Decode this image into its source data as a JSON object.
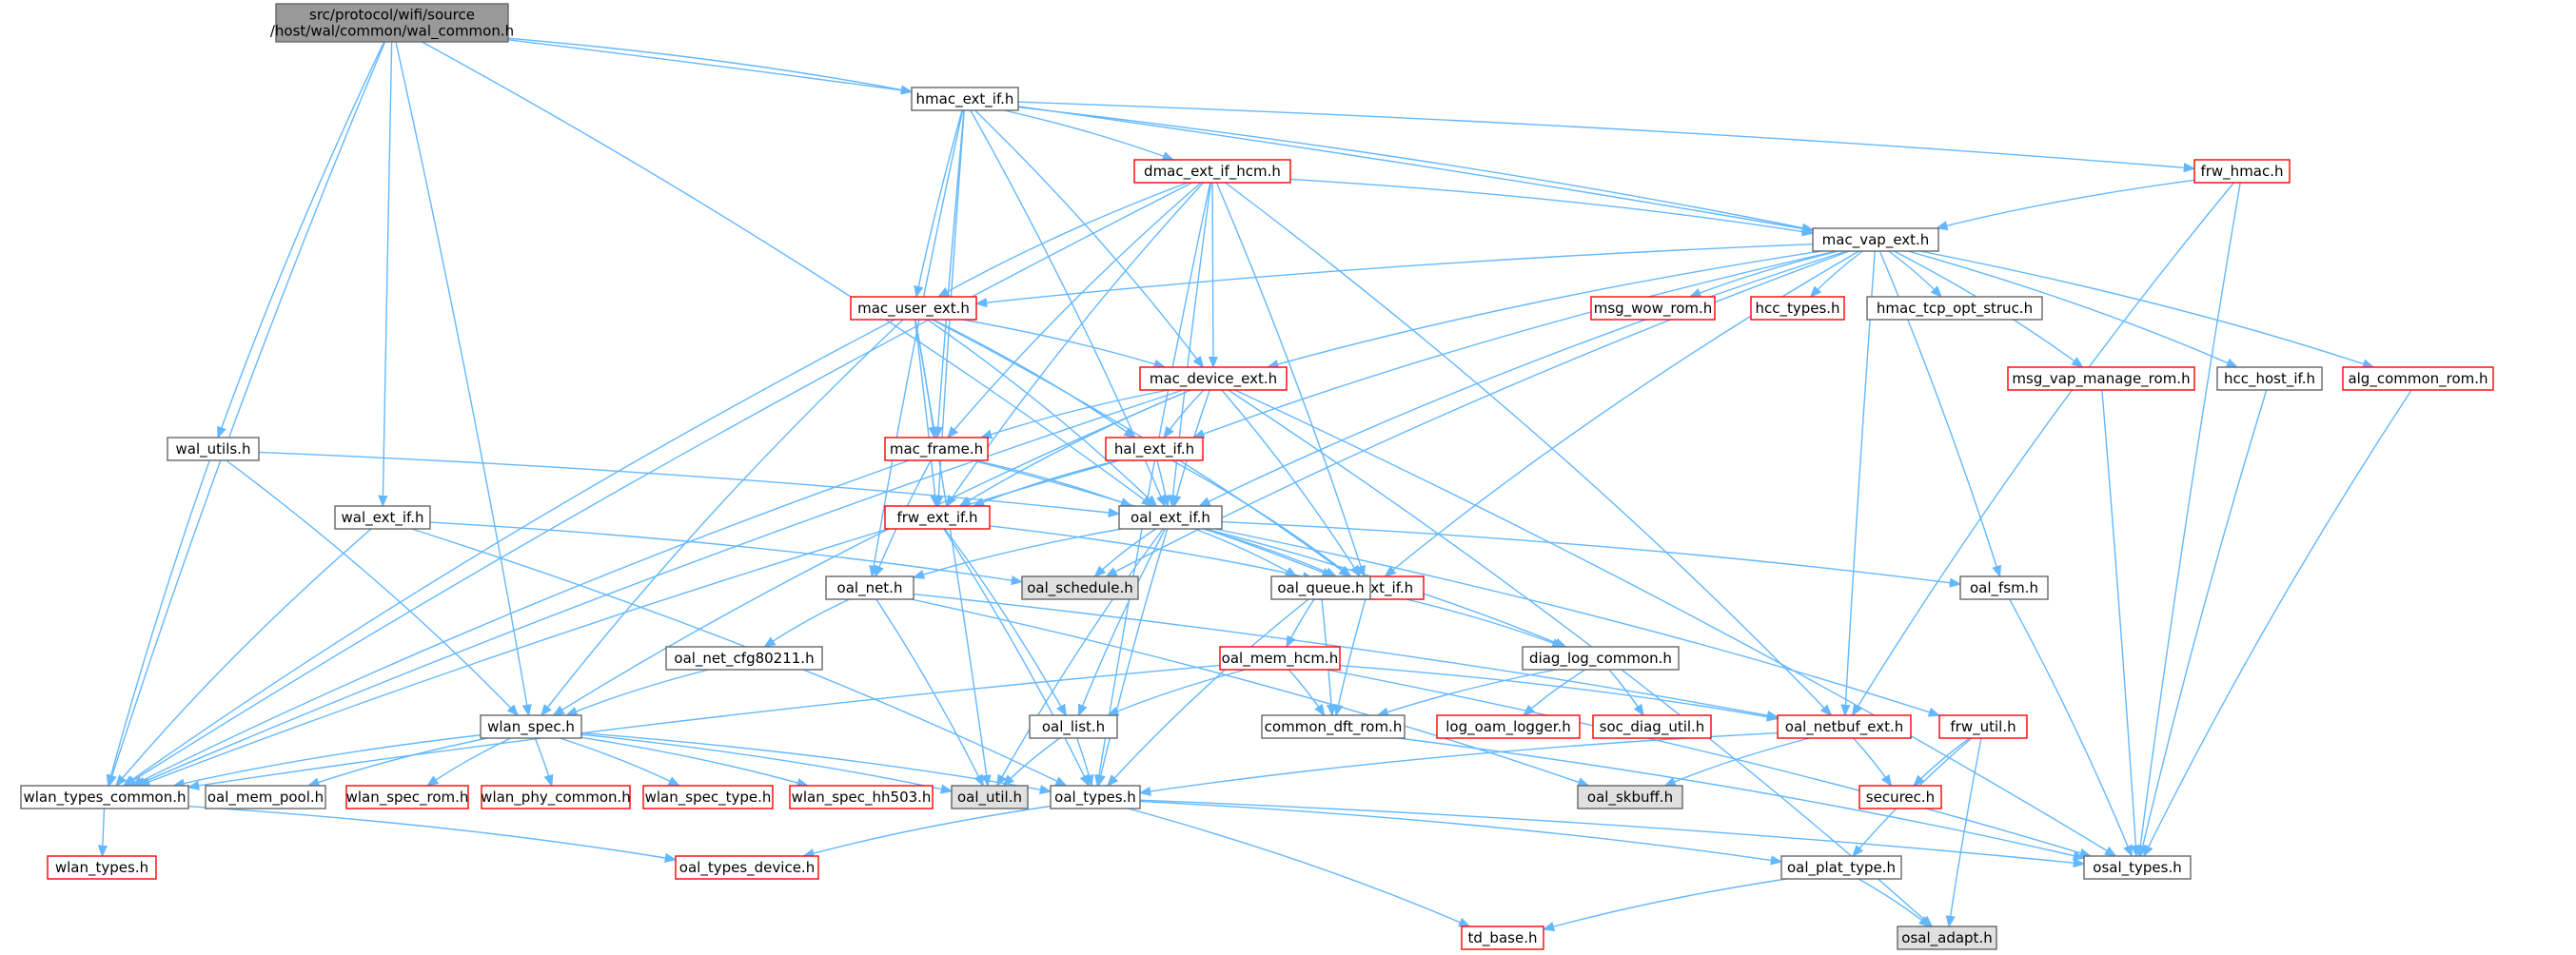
{
  "graph": {
    "colors": {
      "edge": "#63b8ff",
      "normal_border": "#666666",
      "red_border": "#ff0000",
      "gray_fill": "#e0e0e0",
      "root_fill": "#999999"
    },
    "nodes": [
      {
        "id": "root",
        "lines": [
          "src/protocol/wifi/source",
          "/host/wal/common/wal_common.h"
        ],
        "kind": "root"
      },
      {
        "id": "hmac_ext_if",
        "lines": [
          "hmac_ext_if.h"
        ],
        "kind": "normal"
      },
      {
        "id": "dmac_ext_if_hcm",
        "lines": [
          "dmac_ext_if_hcm.h"
        ],
        "kind": "red"
      },
      {
        "id": "frw_hmac",
        "lines": [
          "frw_hmac.h"
        ],
        "kind": "red"
      },
      {
        "id": "mac_vap_ext",
        "lines": [
          "mac_vap_ext.h"
        ],
        "kind": "normal"
      },
      {
        "id": "mac_user_ext",
        "lines": [
          "mac_user_ext.h"
        ],
        "kind": "red"
      },
      {
        "id": "msg_wow_rom",
        "lines": [
          "msg_wow_rom.h"
        ],
        "kind": "red"
      },
      {
        "id": "hcc_types",
        "lines": [
          "hcc_types.h"
        ],
        "kind": "red"
      },
      {
        "id": "hmac_tcp_opt_struc",
        "lines": [
          "hmac_tcp_opt_struc.h"
        ],
        "kind": "normal"
      },
      {
        "id": "mac_device_ext",
        "lines": [
          "mac_device_ext.h"
        ],
        "kind": "red"
      },
      {
        "id": "msg_vap_manage_rom",
        "lines": [
          "msg_vap_manage_rom.h"
        ],
        "kind": "red"
      },
      {
        "id": "hcc_host_if",
        "lines": [
          "hcc_host_if.h"
        ],
        "kind": "normal"
      },
      {
        "id": "alg_common_rom",
        "lines": [
          "alg_common_rom.h"
        ],
        "kind": "red"
      },
      {
        "id": "wal_utils",
        "lines": [
          "wal_utils.h"
        ],
        "kind": "normal"
      },
      {
        "id": "mac_frame",
        "lines": [
          "mac_frame.h"
        ],
        "kind": "red"
      },
      {
        "id": "hal_ext_if",
        "lines": [
          "hal_ext_if.h"
        ],
        "kind": "red"
      },
      {
        "id": "wal_ext_if",
        "lines": [
          "wal_ext_if.h"
        ],
        "kind": "normal"
      },
      {
        "id": "frw_ext_if",
        "lines": [
          "frw_ext_if.h"
        ],
        "kind": "red"
      },
      {
        "id": "oal_ext_if",
        "lines": [
          "oal_ext_if.h"
        ],
        "kind": "normal"
      },
      {
        "id": "oal_schedule",
        "lines": [
          "oal_schedule.h"
        ],
        "kind": "gray"
      },
      {
        "id": "oam_ext_if",
        "lines": [
          "oam_ext_if.h"
        ],
        "kind": "red"
      },
      {
        "id": "oal_fsm",
        "lines": [
          "oal_fsm.h"
        ],
        "kind": "normal"
      },
      {
        "id": "oal_net",
        "lines": [
          "oal_net.h"
        ],
        "kind": "normal"
      },
      {
        "id": "oal_queue",
        "lines": [
          "oal_queue.h"
        ],
        "kind": "normal"
      },
      {
        "id": "oal_net_cfg80211",
        "lines": [
          "oal_net_cfg80211.h"
        ],
        "kind": "normal"
      },
      {
        "id": "oal_mem_hcm",
        "lines": [
          "oal_mem_hcm.h"
        ],
        "kind": "red"
      },
      {
        "id": "diag_log_common",
        "lines": [
          "diag_log_common.h"
        ],
        "kind": "normal"
      },
      {
        "id": "wlan_spec",
        "lines": [
          "wlan_spec.h"
        ],
        "kind": "normal"
      },
      {
        "id": "oal_list",
        "lines": [
          "oal_list.h"
        ],
        "kind": "normal"
      },
      {
        "id": "common_dft_rom",
        "lines": [
          "common_dft_rom.h"
        ],
        "kind": "normal"
      },
      {
        "id": "log_oam_logger",
        "lines": [
          "log_oam_logger.h"
        ],
        "kind": "red"
      },
      {
        "id": "soc_diag_util",
        "lines": [
          "soc_diag_util.h"
        ],
        "kind": "red"
      },
      {
        "id": "oal_netbuf_ext",
        "lines": [
          "oal_netbuf_ext.h"
        ],
        "kind": "red"
      },
      {
        "id": "frw_util",
        "lines": [
          "frw_util.h"
        ],
        "kind": "red"
      },
      {
        "id": "wlan_types_common",
        "lines": [
          "wlan_types_common.h"
        ],
        "kind": "normal"
      },
      {
        "id": "oal_mem_pool",
        "lines": [
          "oal_mem_pool.h"
        ],
        "kind": "normal"
      },
      {
        "id": "wlan_spec_rom",
        "lines": [
          "wlan_spec_rom.h"
        ],
        "kind": "red"
      },
      {
        "id": "wlan_phy_common",
        "lines": [
          "wlan_phy_common.h"
        ],
        "kind": "red"
      },
      {
        "id": "wlan_spec_type",
        "lines": [
          "wlan_spec_type.h"
        ],
        "kind": "red"
      },
      {
        "id": "wlan_spec_hh503",
        "lines": [
          "wlan_spec_hh503.h"
        ],
        "kind": "red"
      },
      {
        "id": "oal_util",
        "lines": [
          "oal_util.h"
        ],
        "kind": "gray"
      },
      {
        "id": "oal_types",
        "lines": [
          "oal_types.h"
        ],
        "kind": "normal"
      },
      {
        "id": "oal_skbuff",
        "lines": [
          "oal_skbuff.h"
        ],
        "kind": "gray"
      },
      {
        "id": "securec",
        "lines": [
          "securec.h"
        ],
        "kind": "red"
      },
      {
        "id": "wlan_types",
        "lines": [
          "wlan_types.h"
        ],
        "kind": "red"
      },
      {
        "id": "oal_types_device",
        "lines": [
          "oal_types_device.h"
        ],
        "kind": "red"
      },
      {
        "id": "osal_types",
        "lines": [
          "osal_types.h"
        ],
        "kind": "normal"
      },
      {
        "id": "oal_plat_type",
        "lines": [
          "oal_plat_type.h"
        ],
        "kind": "normal"
      },
      {
        "id": "td_base",
        "lines": [
          "td_base.h"
        ],
        "kind": "red"
      },
      {
        "id": "osal_adapt",
        "lines": [
          "osal_adapt.h"
        ],
        "kind": "gray"
      }
    ],
    "edges": [
      [
        "root",
        "hmac_ext_if"
      ],
      [
        "root",
        "mac_vap_ext"
      ],
      [
        "root",
        "oal_ext_if"
      ],
      [
        "root",
        "wal_utils"
      ],
      [
        "root",
        "wal_ext_if"
      ],
      [
        "root",
        "wlan_spec"
      ],
      [
        "root",
        "wlan_types_common"
      ],
      [
        "hmac_ext_if",
        "dmac_ext_if_hcm"
      ],
      [
        "hmac_ext_if",
        "frw_hmac"
      ],
      [
        "hmac_ext_if",
        "mac_vap_ext"
      ],
      [
        "hmac_ext_if",
        "mac_user_ext"
      ],
      [
        "hmac_ext_if",
        "mac_device_ext"
      ],
      [
        "hmac_ext_if",
        "mac_frame"
      ],
      [
        "hmac_ext_if",
        "frw_ext_if"
      ],
      [
        "hmac_ext_if",
        "oal_ext_if"
      ],
      [
        "hmac_ext_if",
        "oal_net"
      ],
      [
        "dmac_ext_if_hcm",
        "mac_vap_ext"
      ],
      [
        "dmac_ext_if_hcm",
        "mac_user_ext"
      ],
      [
        "dmac_ext_if_hcm",
        "mac_device_ext"
      ],
      [
        "dmac_ext_if_hcm",
        "mac_frame"
      ],
      [
        "dmac_ext_if_hcm",
        "oal_ext_if"
      ],
      [
        "dmac_ext_if_hcm",
        "frw_ext_if"
      ],
      [
        "dmac_ext_if_hcm",
        "oam_ext_if"
      ],
      [
        "dmac_ext_if_hcm",
        "oal_netbuf_ext"
      ],
      [
        "dmac_ext_if_hcm",
        "oal_types"
      ],
      [
        "dmac_ext_if_hcm",
        "wlan_types_common"
      ],
      [
        "frw_hmac",
        "mac_vap_ext"
      ],
      [
        "frw_hmac",
        "oal_netbuf_ext"
      ],
      [
        "frw_hmac",
        "osal_types"
      ],
      [
        "mac_vap_ext",
        "mac_user_ext"
      ],
      [
        "mac_vap_ext",
        "msg_wow_rom"
      ],
      [
        "mac_vap_ext",
        "hcc_types"
      ],
      [
        "mac_vap_ext",
        "hmac_tcp_opt_struc"
      ],
      [
        "mac_vap_ext",
        "mac_device_ext"
      ],
      [
        "mac_vap_ext",
        "msg_vap_manage_rom"
      ],
      [
        "mac_vap_ext",
        "hcc_host_if"
      ],
      [
        "mac_vap_ext",
        "alg_common_rom"
      ],
      [
        "mac_vap_ext",
        "hal_ext_if"
      ],
      [
        "mac_vap_ext",
        "oal_ext_if"
      ],
      [
        "mac_vap_ext",
        "oam_ext_if"
      ],
      [
        "mac_vap_ext",
        "oal_fsm"
      ],
      [
        "mac_vap_ext",
        "oal_schedule"
      ],
      [
        "mac_vap_ext",
        "oal_netbuf_ext"
      ],
      [
        "mac_user_ext",
        "mac_device_ext"
      ],
      [
        "mac_user_ext",
        "mac_frame"
      ],
      [
        "mac_user_ext",
        "hal_ext_if"
      ],
      [
        "mac_user_ext",
        "oal_ext_if"
      ],
      [
        "mac_user_ext",
        "frw_ext_if"
      ],
      [
        "mac_user_ext",
        "oam_ext_if"
      ],
      [
        "mac_user_ext",
        "wlan_spec"
      ],
      [
        "mac_user_ext",
        "wlan_types_common"
      ],
      [
        "mac_user_ext",
        "oal_util"
      ],
      [
        "mac_device_ext",
        "mac_frame"
      ],
      [
        "mac_device_ext",
        "hal_ext_if"
      ],
      [
        "mac_device_ext",
        "oal_ext_if"
      ],
      [
        "mac_device_ext",
        "frw_ext_if"
      ],
      [
        "mac_device_ext",
        "oam_ext_if"
      ],
      [
        "mac_device_ext",
        "wlan_spec"
      ],
      [
        "mac_device_ext",
        "wlan_types_common"
      ],
      [
        "mac_device_ext",
        "osal_types"
      ],
      [
        "mac_device_ext",
        "osal_adapt"
      ],
      [
        "msg_vap_manage_rom",
        "osal_types"
      ],
      [
        "hcc_host_if",
        "osal_types"
      ],
      [
        "alg_common_rom",
        "osal_types"
      ],
      [
        "wal_utils",
        "oal_ext_if"
      ],
      [
        "wal_utils",
        "wlan_spec"
      ],
      [
        "wal_utils",
        "wlan_types_common"
      ],
      [
        "mac_frame",
        "oal_ext_if"
      ],
      [
        "mac_frame",
        "oal_net"
      ],
      [
        "mac_frame",
        "wlan_types_common"
      ],
      [
        "mac_frame",
        "oam_ext_if"
      ],
      [
        "hal_ext_if",
        "oal_ext_if"
      ],
      [
        "hal_ext_if",
        "frw_ext_if"
      ],
      [
        "hal_ext_if",
        "oam_ext_if"
      ],
      [
        "hal_ext_if",
        "wlan_types_common"
      ],
      [
        "wal_ext_if",
        "oal_schedule"
      ],
      [
        "wal_ext_if",
        "wlan_types_common"
      ],
      [
        "wal_ext_if",
        "oal_types"
      ],
      [
        "frw_ext_if",
        "oam_ext_if"
      ],
      [
        "frw_ext_if",
        "oal_list"
      ],
      [
        "frw_ext_if",
        "oal_types"
      ],
      [
        "oal_ext_if",
        "oal_schedule"
      ],
      [
        "oal_ext_if",
        "oam_ext_if"
      ],
      [
        "oal_ext_if",
        "oal_fsm"
      ],
      [
        "oal_ext_if",
        "oal_net"
      ],
      [
        "oal_ext_if",
        "oal_queue"
      ],
      [
        "oal_ext_if",
        "diag_log_common"
      ],
      [
        "oal_ext_if",
        "oal_list"
      ],
      [
        "oal_ext_if",
        "oal_util"
      ],
      [
        "oal_ext_if",
        "oal_types"
      ],
      [
        "oal_ext_if",
        "frw_util"
      ],
      [
        "oam_ext_if",
        "diag_log_common"
      ],
      [
        "oam_ext_if",
        "common_dft_rom"
      ],
      [
        "oal_fsm",
        "osal_types"
      ],
      [
        "oal_net",
        "oal_net_cfg80211"
      ],
      [
        "oal_net",
        "oal_netbuf_ext"
      ],
      [
        "oal_net",
        "oal_util"
      ],
      [
        "oal_net",
        "oal_skbuff"
      ],
      [
        "oal_queue",
        "oal_mem_hcm"
      ],
      [
        "oal_queue",
        "common_dft_rom"
      ],
      [
        "oal_queue",
        "oal_types"
      ],
      [
        "oal_net_cfg80211",
        "wlan_spec"
      ],
      [
        "oal_mem_hcm",
        "oal_list"
      ],
      [
        "oal_mem_hcm",
        "common_dft_rom"
      ],
      [
        "oal_mem_hcm",
        "oal_netbuf_ext"
      ],
      [
        "oal_mem_hcm",
        "wlan_types_common"
      ],
      [
        "oal_mem_hcm",
        "osal_types"
      ],
      [
        "diag_log_common",
        "common_dft_rom"
      ],
      [
        "diag_log_common",
        "log_oam_logger"
      ],
      [
        "diag_log_common",
        "soc_diag_util"
      ],
      [
        "wlan_spec",
        "wlan_types_common"
      ],
      [
        "wlan_spec",
        "oal_mem_pool"
      ],
      [
        "wlan_spec",
        "wlan_spec_rom"
      ],
      [
        "wlan_spec",
        "wlan_phy_common"
      ],
      [
        "wlan_spec",
        "wlan_spec_type"
      ],
      [
        "wlan_spec",
        "wlan_spec_hh503"
      ],
      [
        "wlan_spec",
        "oal_util"
      ],
      [
        "wlan_spec",
        "oal_types"
      ],
      [
        "oal_list",
        "oal_util"
      ],
      [
        "oal_list",
        "oal_types"
      ],
      [
        "common_dft_rom",
        "osal_types"
      ],
      [
        "oal_netbuf_ext",
        "oal_types"
      ],
      [
        "oal_netbuf_ext",
        "oal_skbuff"
      ],
      [
        "oal_netbuf_ext",
        "securec"
      ],
      [
        "frw_util",
        "securec"
      ],
      [
        "frw_util",
        "oal_plat_type"
      ],
      [
        "frw_util",
        "osal_adapt"
      ],
      [
        "wlan_types_common",
        "wlan_types"
      ],
      [
        "wlan_types_common",
        "oal_types_device"
      ],
      [
        "oal_types",
        "oal_types_device"
      ],
      [
        "oal_types",
        "osal_types"
      ],
      [
        "oal_types",
        "oal_plat_type"
      ],
      [
        "oal_types",
        "td_base"
      ],
      [
        "oal_plat_type",
        "td_base"
      ],
      [
        "oal_plat_type",
        "osal_adapt"
      ]
    ]
  }
}
